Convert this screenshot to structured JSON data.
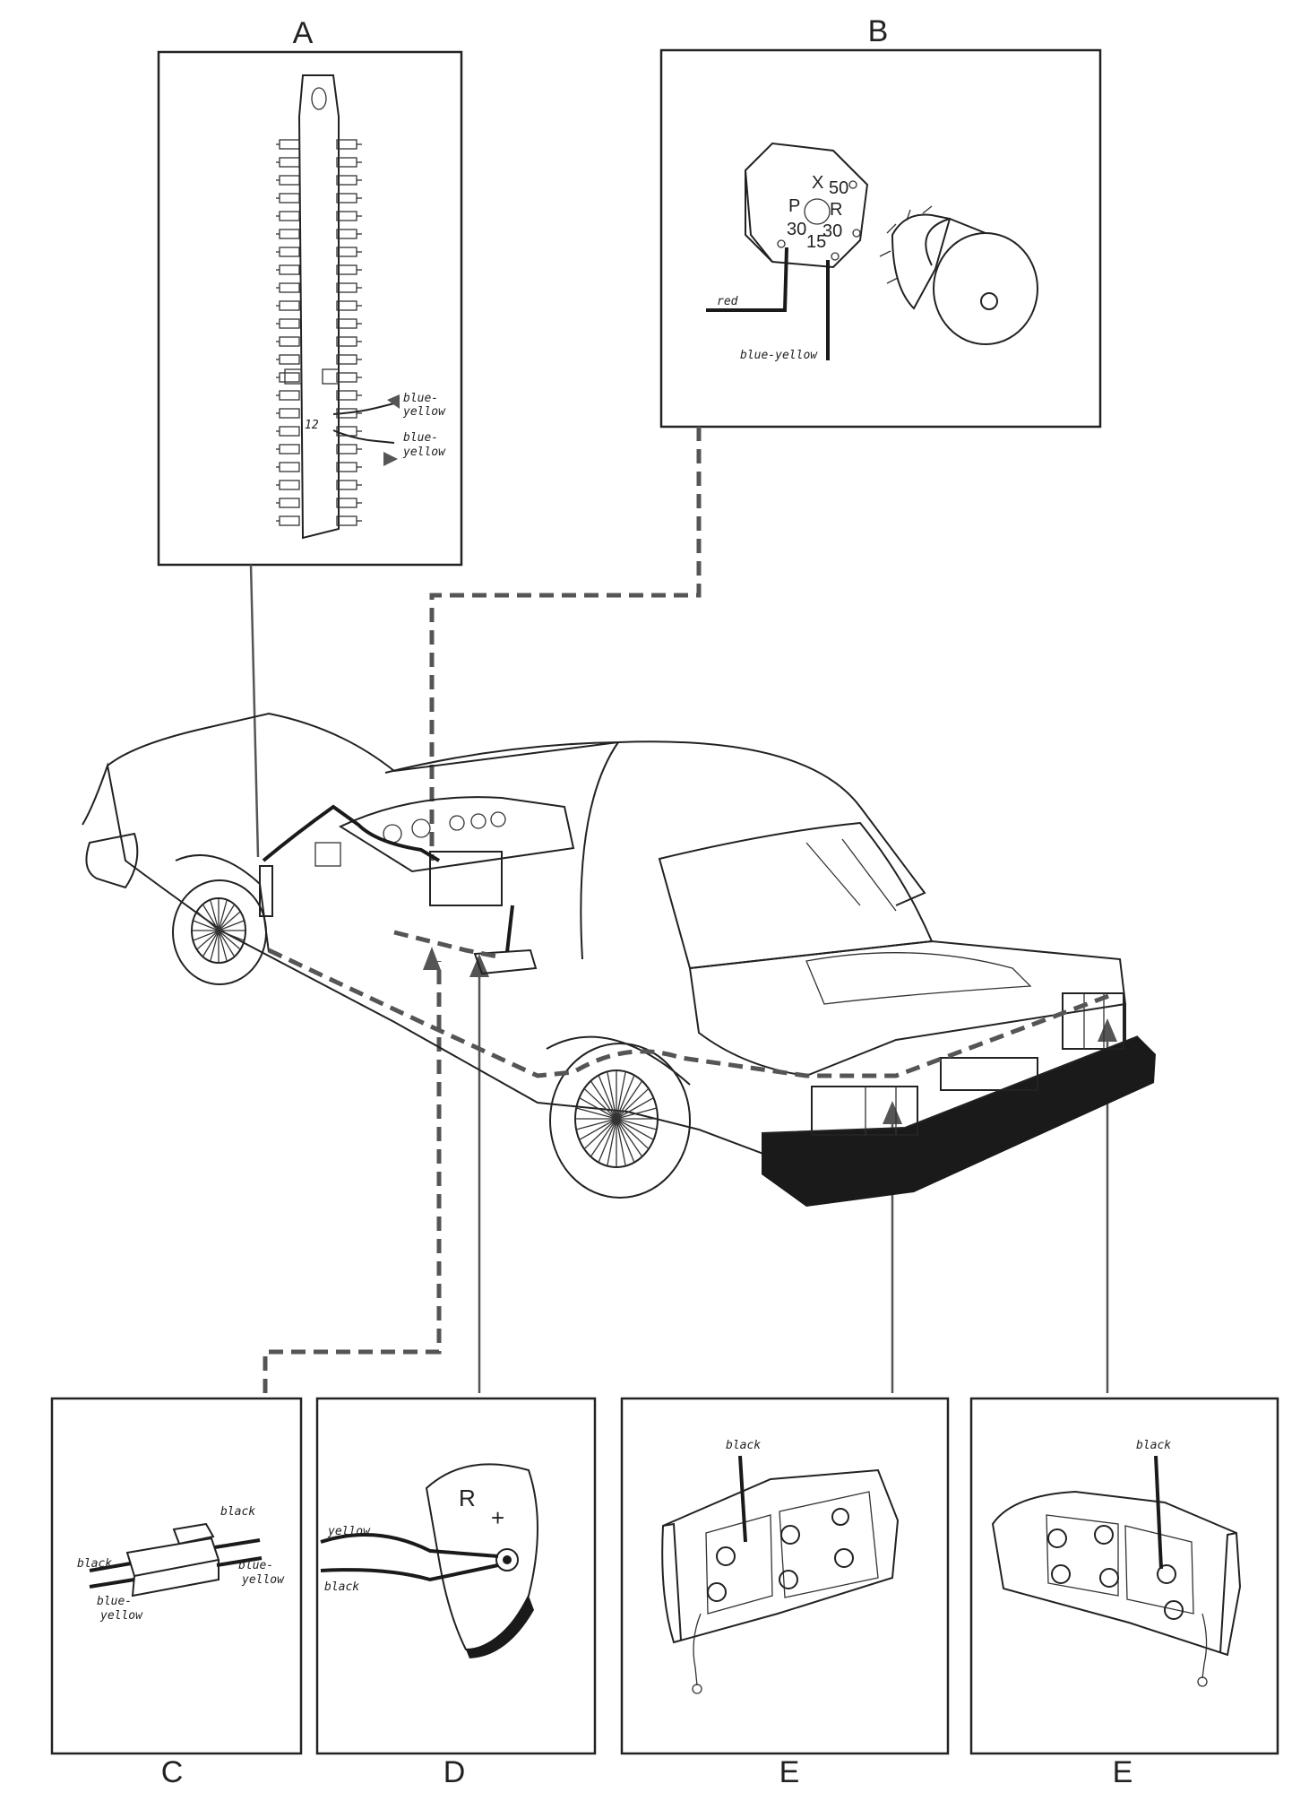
{
  "panels": {
    "A": {
      "label": "A",
      "wires": [
        "blue-",
        "yellow",
        "blue-",
        "yellow"
      ],
      "terminal_mark": "12"
    },
    "B": {
      "label": "B",
      "terminals": [
        "X",
        "50",
        "P",
        "R",
        "30",
        "15",
        "30"
      ],
      "wires": [
        "red",
        "blue-yellow"
      ]
    },
    "C": {
      "label": "C",
      "wires": [
        "black",
        "black",
        "blue-",
        "yellow",
        "blue-",
        "yellow"
      ]
    },
    "D": {
      "label": "D",
      "symbols": [
        "R",
        "+"
      ],
      "wires": [
        "yellow",
        "black"
      ]
    },
    "E1": {
      "label": "E",
      "wire": "black"
    },
    "E2": {
      "label": "E",
      "wire": "black"
    }
  },
  "colors": {
    "ink": "#222222",
    "leader": "#555555",
    "paper": "#ffffff"
  }
}
